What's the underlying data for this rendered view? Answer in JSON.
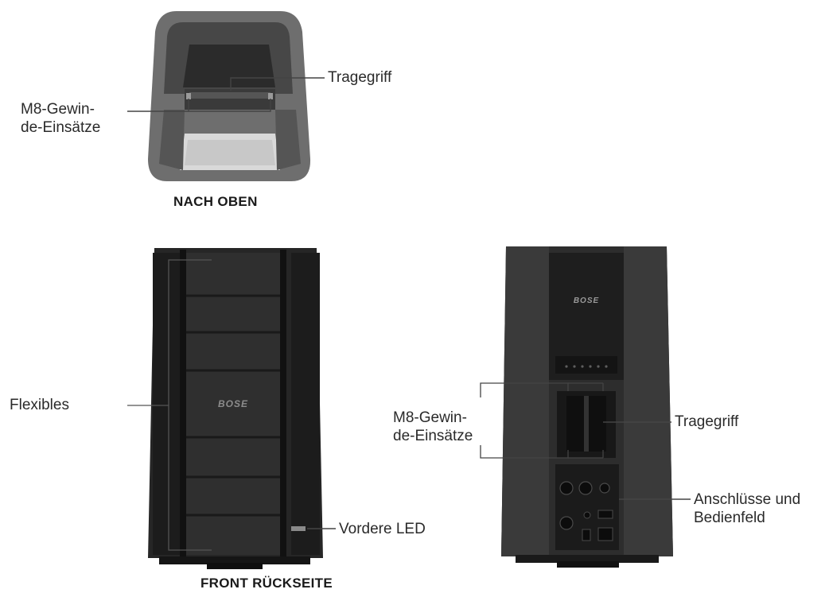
{
  "views": {
    "top": {
      "caption": "NACH OBEN",
      "label_handle": "Tragegriff",
      "label_inserts_line1": "M8-Gewin-",
      "label_inserts_line2": "de-Einsätze"
    },
    "front": {
      "caption": "FRONT RÜCKSEITE",
      "label_flexibles": "Flexibles",
      "label_led": "Vordere LED",
      "brand": "BOSE"
    },
    "back": {
      "label_inserts_line1": "M8-Gewin-",
      "label_inserts_line2": "de-Einsätze",
      "label_handle": "Tragegriff",
      "label_panel_line1": "Anschlüsse und",
      "label_panel_line2": "Bedienfeld",
      "brand": "BOSE"
    }
  },
  "colors": {
    "speaker_dark": "#232323",
    "speaker_mid": "#3a3a3a",
    "top_gray": "#6b6b6b",
    "callout_line": "#444444"
  }
}
